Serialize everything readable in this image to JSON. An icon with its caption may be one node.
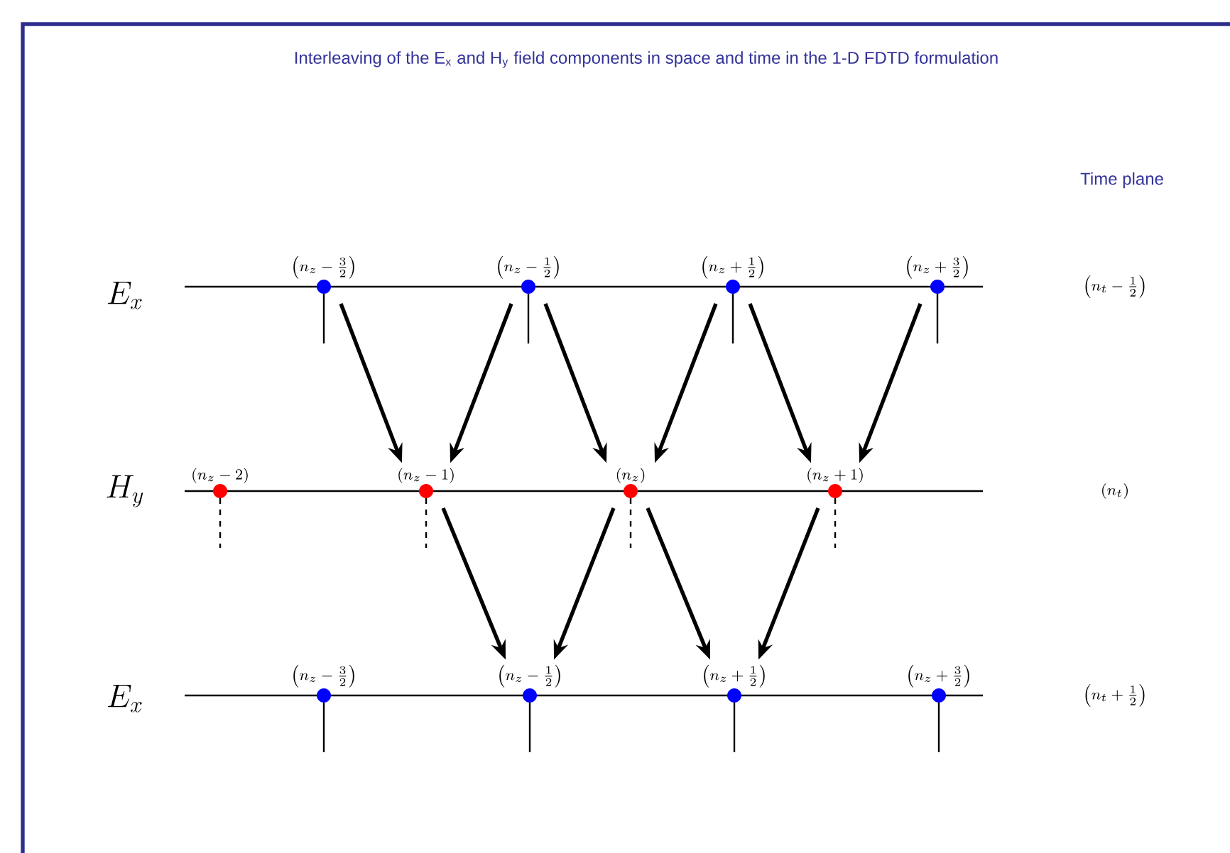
{
  "diagram": {
    "title": "Interleaving of the E$_{x}$ and H$_{y}$ field components in space and time in the 1-D FDTD formulation",
    "nodes": [
      {
        "text": [
          "\\left(n_z-\\frac{3}{2}\\right)"
        ]
      },
      {
        "text": [
          "\\left(n_z-\\frac{1}{2}\\right)"
        ]
      },
      {
        "text": [
          "\\left(n_z+\\frac{1}{2}\\right)"
        ]
      },
      {
        "text": [
          "\\left(n_z+\\frac{3}{2}\\right)"
        ]
      },
      {
        "text": [
          "\\left(n_z-2\\right)"
        ]
      },
      {
        "text": [
          "\\left(n_z-1\\right)"
        ]
      },
      {
        "text": [
          "\\left(n_z\\right)"
        ]
      },
      {
        "text": [
          "\\left(n_z+1\\right)"
        ]
      },
      {
        "text": [
          "\\left(n_z-\\frac{3}{2}\\right)"
        ]
      },
      {
        "text": [
          "\\left(n_z-\\frac{1}{2}\\right)"
        ]
      },
      {
        "text": [
          "\\left(n_z+\\frac{1}{2}\\right)"
        ]
      },
      {
        "text": [
          "\\left(n_z+\\frac{3}{2}\\right)"
        ]
      }
    ],
    "edges": [
      {
        "from": 0,
        "to": 5,
        "arrow": "to"
      },
      {
        "from": 1,
        "to": 5,
        "arrow": "to"
      },
      {
        "from": 1,
        "to": 6,
        "arrow": "to"
      },
      {
        "from": 2,
        "to": 6,
        "arrow": "to"
      },
      {
        "from": 2,
        "to": 7,
        "arrow": "to"
      },
      {
        "from": 3,
        "to": 7,
        "arrow": "to"
      },
      {
        "from": 5,
        "to": 9,
        "arrow": "to"
      },
      {
        "from": 6,
        "to": 9,
        "arrow": "to"
      },
      {
        "from": 6,
        "to": 10,
        "arrow": "to"
      },
      {
        "from": 7,
        "to": 10,
        "arrow": "to"
      }
    ],
    "labels": [
      "Time plane",
      "E_x",
      "\\left(n_t-\\frac{1}{2}\\right)",
      "H_y",
      "\\left(n_t\\right)",
      "E_x",
      "\\left(n_t+\\frac{1}{2}\\right)"
    ]
  }
}
